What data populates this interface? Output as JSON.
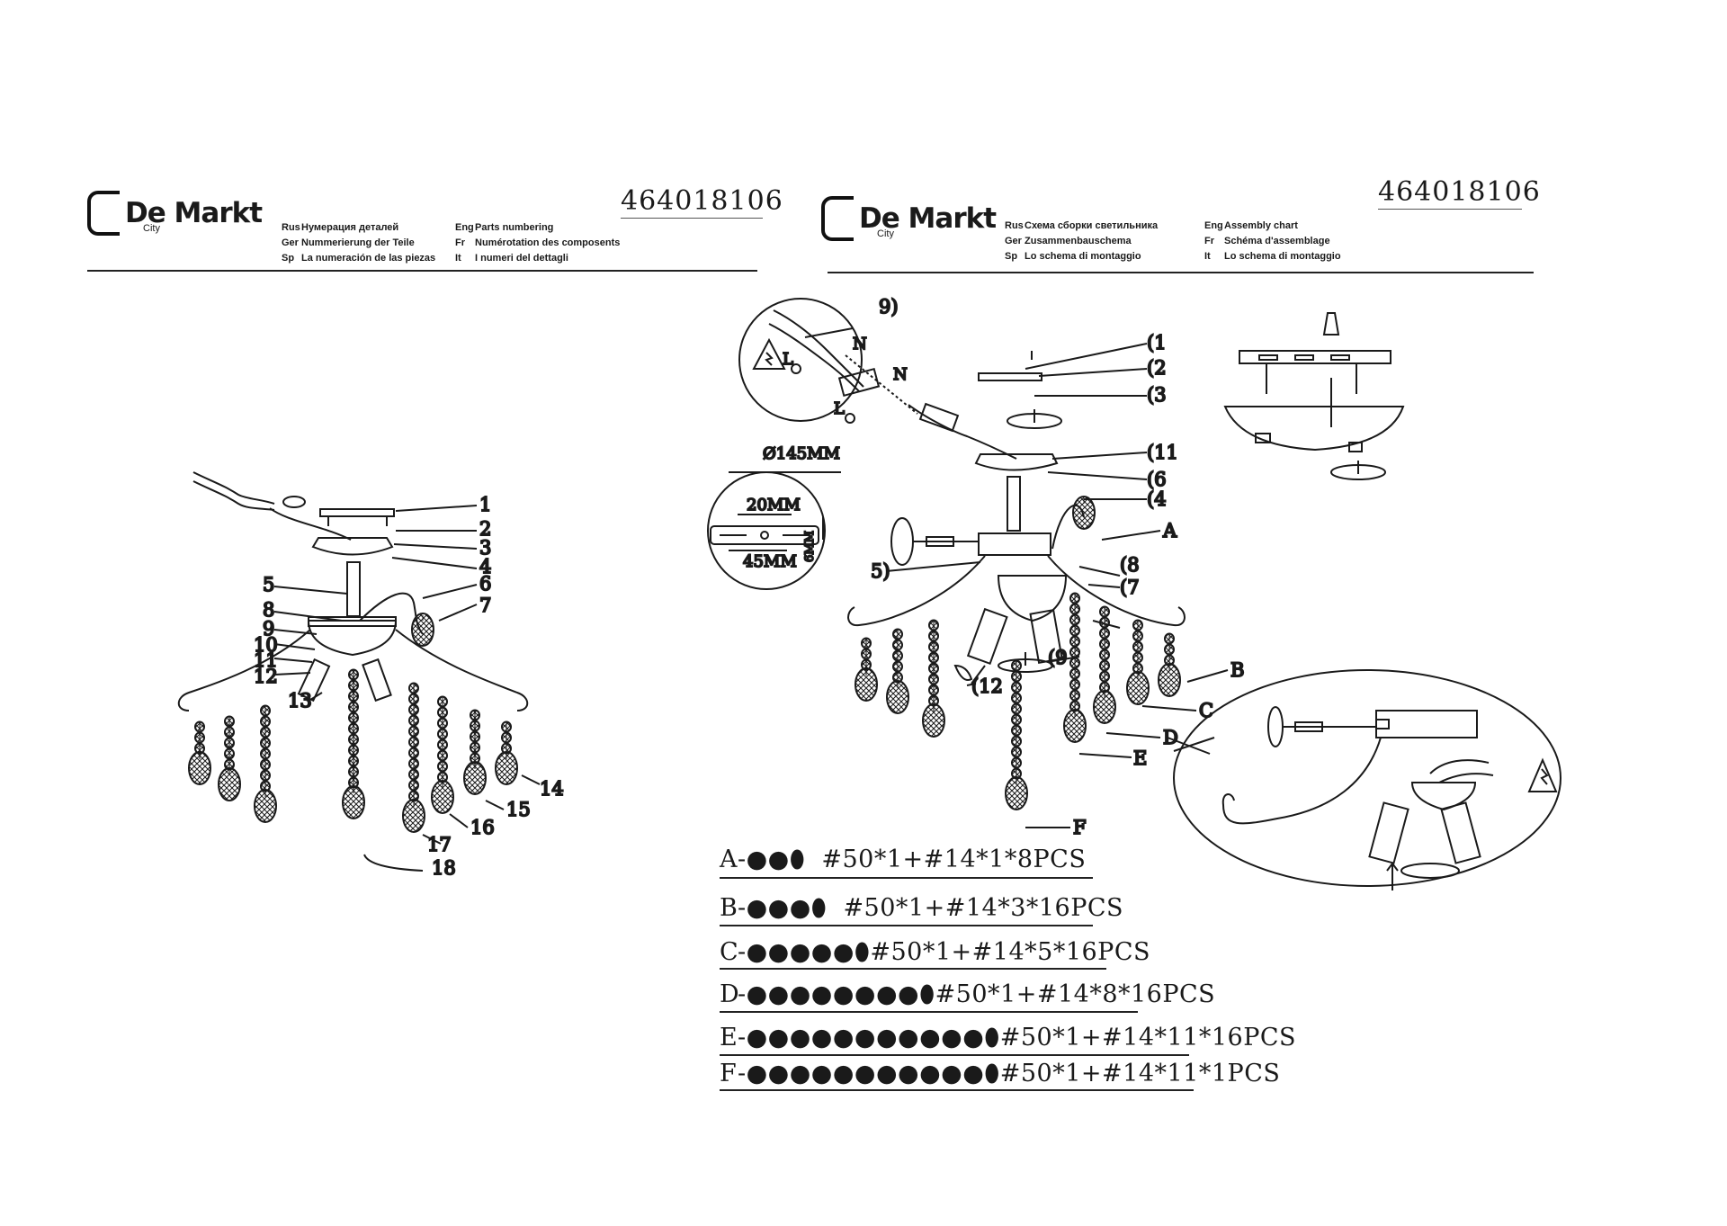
{
  "brand": {
    "name": "De Markt",
    "sub": "City"
  },
  "left_page": {
    "code": "464018106",
    "header": {
      "col1": [
        {
          "lang": "Rus",
          "text": "Нумерация деталей"
        },
        {
          "lang": "Ger",
          "text": "Nummerierung der Teile"
        },
        {
          "lang": "Sp",
          "text": "La numeración de las piezas"
        }
      ],
      "col2": [
        {
          "lang": "Eng",
          "text": "Parts numbering"
        },
        {
          "lang": "Fr",
          "text": "Numérotation des composents"
        },
        {
          "lang": "It",
          "text": "I numeri del dettagli"
        }
      ]
    },
    "part_labels": [
      "1",
      "2",
      "3",
      "4",
      "5",
      "6",
      "7",
      "8",
      "9",
      "10",
      "11",
      "12",
      "13",
      "14",
      "15",
      "16",
      "17",
      "18"
    ]
  },
  "right_page": {
    "code": "464018106",
    "header": {
      "col1": [
        {
          "lang": "Rus",
          "text": "Схема сборки светильника"
        },
        {
          "lang": "Ger",
          "text": "Zusammenbauschema"
        },
        {
          "lang": "Sp",
          "text": "Lo schema di montaggio"
        }
      ],
      "col2": [
        {
          "lang": "Eng",
          "text": "Assembly chart"
        },
        {
          "lang": "Fr",
          "text": "Schéma d'assemblage"
        },
        {
          "lang": "It",
          "text": "Lo schema di montaggio"
        }
      ]
    },
    "callouts": {
      "c1": "(1",
      "c2": "(2",
      "c3": "(3",
      "c11": "(11",
      "c6": "(6",
      "c4": "(4",
      "cA": "A",
      "c8": "(8",
      "c7": "(7",
      "c5": "5)",
      "c9": "(9",
      "c12": "(12",
      "c9top": "9)",
      "cB": "B",
      "cC": "C",
      "cD": "D",
      "cE": "E",
      "cF": "F",
      "wireN1": "N",
      "wireL1": "L",
      "wireN2": "N",
      "wireL2": "L"
    },
    "dimensions": {
      "diameter": "Ø145MM",
      "d1": "20MM",
      "d2": "45MM",
      "d3": "6MM"
    },
    "crystal_specs": [
      {
        "letter": "A",
        "spec": "#50*1+#14*1*8PCS"
      },
      {
        "letter": "B",
        "spec": "#50*1+#14*3*16PCS"
      },
      {
        "letter": "C",
        "spec": "#50*1+#14*5*16PCS"
      },
      {
        "letter": "D",
        "spec": "#50*1+#14*8*16PCS"
      },
      {
        "letter": "E",
        "spec": "#50*1+#14*11*16PCS"
      },
      {
        "letter": "F",
        "spec": "#50*1+#14*11*1PCS"
      }
    ]
  }
}
